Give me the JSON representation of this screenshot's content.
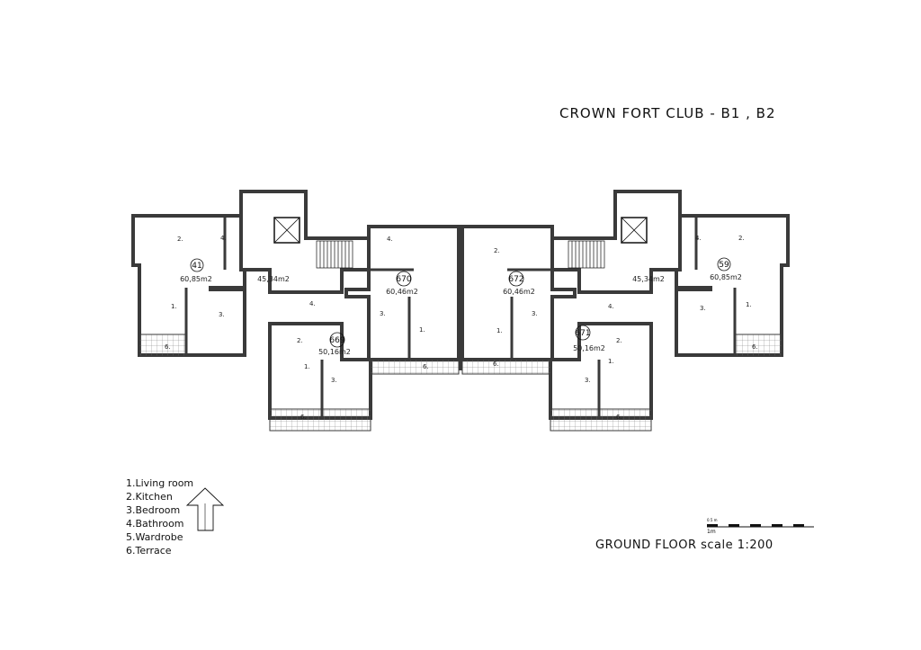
{
  "title": "CROWN FORT CLUB - B1 , B2",
  "subtitle": "GROUND FLOOR scale 1:200",
  "legend": [
    "1.Living room",
    "2.Kitchen",
    "3.Bedroom",
    "4.Bathroom",
    "5.Wardrobe",
    "6.Terrace"
  ],
  "scale_bar": {
    "top_label": "0.5 m",
    "bottom_label": "1m"
  },
  "units": {
    "u41": {
      "number": "41",
      "area": "60,85m2"
    },
    "u59": {
      "number": "59",
      "area": "60,85m2"
    },
    "u670": {
      "number": "670",
      "area": "60,46m2"
    },
    "u672": {
      "number": "672",
      "area": "60,46m2"
    },
    "u669": {
      "number": "669",
      "area": "50,16m2"
    },
    "u671": {
      "number": "671",
      "area": "50,16m2"
    },
    "stair_left": {
      "area": "45,34m2"
    },
    "stair_right": {
      "area": "45,34m2"
    }
  },
  "room_labels": {
    "living": "1.",
    "kitchen": "2.",
    "bedroom": "3.",
    "bathroom": "4.",
    "terrace": "6."
  },
  "colors": {
    "wall": "#3a3a3a",
    "line": "#111111"
  }
}
